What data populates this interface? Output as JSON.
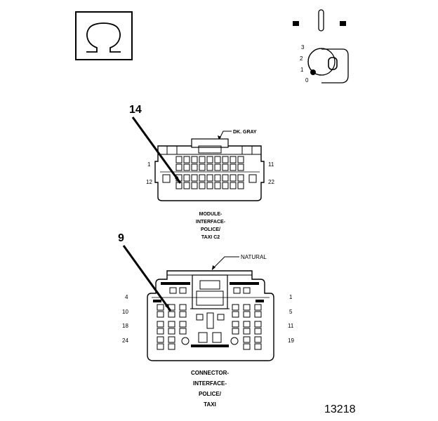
{
  "symbol": {
    "glyph": "Ω"
  },
  "ignition": {
    "positions": [
      "3",
      "2",
      "1",
      "0"
    ]
  },
  "upper_connector": {
    "callout": "14",
    "color_label": "DK. GRAY",
    "pins": {
      "top_left": "1",
      "top_right": "11",
      "bottom_left": "12",
      "bottom_right": "22"
    },
    "caption": [
      "MODULE-",
      "INTERFACE-",
      "POLICE/",
      "TAXI C2"
    ]
  },
  "lower_connector": {
    "callout": "9",
    "color_label": "NATURAL",
    "pins": {
      "left": [
        "4",
        "10",
        "18",
        "24"
      ],
      "right": [
        "1",
        "5",
        "11",
        "19"
      ]
    },
    "caption": [
      "CONNECTOR-",
      "INTERFACE-",
      "POLICE/",
      "TAXI"
    ]
  },
  "figure_number": "13218"
}
